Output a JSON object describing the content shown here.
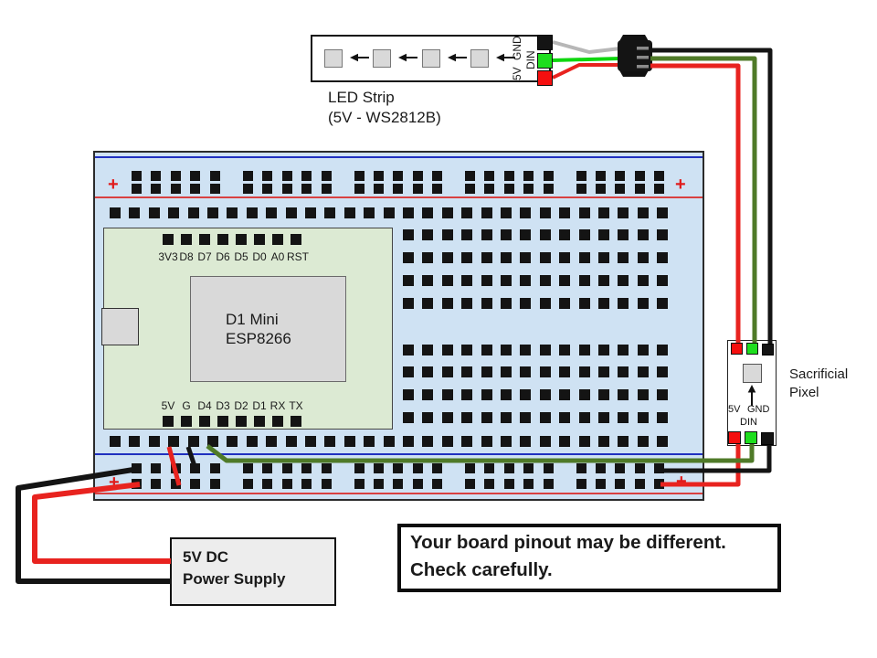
{
  "diagram": {
    "led_strip": {
      "caption": "LED Strip\n(5V - WS2812B)",
      "led_count": 4,
      "pin_gnd": "GND",
      "pin_din": "DIN",
      "pin_5v": "5V"
    },
    "breadboard": {
      "rail_plus": "+"
    },
    "d1_mini": {
      "title": "D1 Mini\nESP8266",
      "top_pins": [
        "3V3",
        "D8",
        "D7",
        "D6",
        "D5",
        "D0",
        "A0",
        "RST"
      ],
      "bottom_pins": [
        "5V",
        "G",
        "D4",
        "D3",
        "D2",
        "D1",
        "RX",
        "TX"
      ]
    },
    "sacrificial_pixel": {
      "caption": "Sacrificial\nPixel",
      "pin_5v": "5V",
      "pin_gnd": "GND",
      "pin_din": "DIN"
    },
    "power_supply": {
      "label": "5V DC\nPower Supply"
    },
    "warning": {
      "text": "Your board pinout may be different.\nCheck carefully."
    },
    "colors": {
      "wire_red": "#e8231f",
      "wire_black": "#141414",
      "wire_green_dark": "#4f7a28",
      "wire_green_bright": "#0fd60f",
      "wire_gray": "#b7b7b7",
      "pad_red": "#f50f0f",
      "pad_green": "#1ede1e",
      "pad_black": "#141414",
      "breadboard_fill": "#cfe2f3",
      "rail_line_red": "#d94040",
      "rail_line_blue": "#2030c0",
      "board_fill": "#dcead3",
      "chip_fill": "#d9d9d9"
    }
  }
}
